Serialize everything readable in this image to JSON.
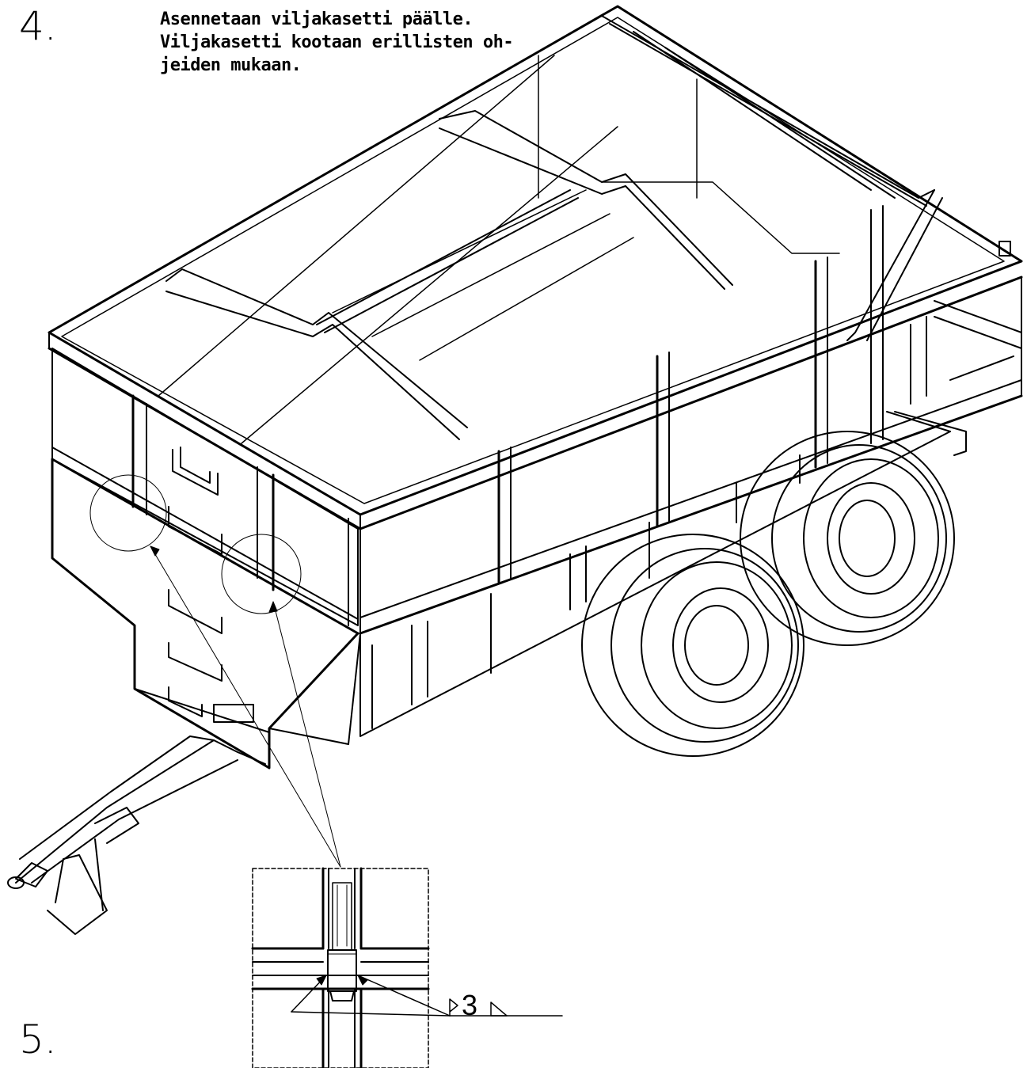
{
  "steps": {
    "step4": {
      "number": "4.",
      "instructions": [
        "Asennetaan viljakasetti päälle.",
        "Viljakasetti kootaan erillisten oh-",
        "jeiden mukaan."
      ]
    },
    "step5": {
      "number": "5."
    }
  },
  "detail": {
    "weld_size": "3"
  },
  "icons": {
    "trailer": "grain-trailer-drawing-icon",
    "detail": "weld-detail-icon"
  }
}
